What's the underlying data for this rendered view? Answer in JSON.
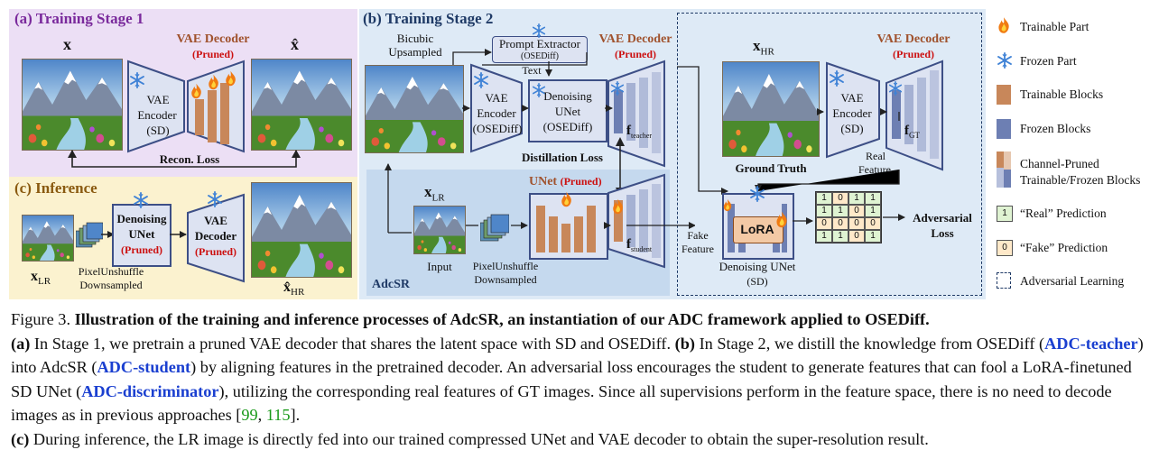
{
  "stage1": {
    "title": "(a) Training Stage 1",
    "x_label": "x",
    "xhat_label": "x̂",
    "vae_decoder": "VAE Decoder",
    "pruned": "(Pruned)",
    "encoder": [
      "VAE",
      "Encoder",
      "(SD)"
    ],
    "recon_loss": "Recon. Loss"
  },
  "inference": {
    "title": "(c) Inference",
    "xlr": "x",
    "xlr_sub": "LR",
    "pixelunshuffle": [
      "PixelUnshuffle",
      "Downsampled"
    ],
    "unet": [
      "Denoising",
      "UNet",
      "(Pruned)"
    ],
    "decoder": [
      "VAE",
      "Decoder",
      "(Pruned)"
    ],
    "xhr": "x̂",
    "xhr_sub": "HR"
  },
  "stage2": {
    "title": "(b) Training Stage 2",
    "bicubic": [
      "Bicubic",
      "Upsampled"
    ],
    "prompt_extractor": "Prompt Extractor",
    "prompt_extractor_sub": "(OSEDiff)",
    "text": "Text",
    "vae_decoder": "VAE Decoder",
    "pruned": "(Pruned)",
    "vae_encoder": [
      "VAE",
      "Encoder",
      "(OSEDiff)"
    ],
    "denoising_unet": [
      "Denoising",
      "UNet",
      "(OSEDiff)"
    ],
    "f_teacher": "f",
    "f_teacher_sub": "teacher",
    "distillation_loss": "Distillation Loss",
    "adcsr": "AdcSR",
    "xlr": "x",
    "xlr_sub": "LR",
    "input": "Input",
    "pixelunshuffle": [
      "PixelUnshuffle",
      "Downsampled"
    ],
    "unet_pruned": "UNet",
    "unet_pruned_tag": "(Pruned)",
    "f_student": "f",
    "f_student_sub": "student",
    "fake_feature": [
      "Fake",
      "Feature"
    ],
    "xhr": "x",
    "xhr_sub": "HR",
    "gt_vae_decoder": "VAE Decoder",
    "gt_pruned": "(Pruned)",
    "gt_encoder": [
      "VAE",
      "Encoder",
      "(SD)"
    ],
    "f_gt": "f",
    "f_gt_sub": "GT",
    "ground_truth": "Ground Truth",
    "real_feature": [
      "Real",
      "Feature"
    ],
    "lora": "LoRA",
    "disc_unet": [
      "Denoising UNet",
      "(SD)"
    ],
    "adversarial_loss": [
      "Adversarial",
      "Loss"
    ],
    "prediction_grid": [
      [
        "1",
        "0",
        "1",
        "1"
      ],
      [
        "1",
        "1",
        "0",
        "1"
      ],
      [
        "0",
        "0",
        "0",
        "0"
      ],
      [
        "1",
        "1",
        "0",
        "1"
      ]
    ]
  },
  "legend": {
    "trainable_part": "Trainable Part",
    "frozen_part": "Frozen Part",
    "trainable_blocks": "Trainable Blocks",
    "frozen_blocks": "Frozen Blocks",
    "channel_pruned": [
      "Channel-Pruned",
      "Trainable/Frozen Blocks"
    ],
    "real_prediction": "“Real” Prediction",
    "real_digit": "1",
    "fake_prediction": "“Fake” Prediction",
    "fake_digit": "0",
    "adversarial_learning": "Adversarial Learning"
  },
  "caption": {
    "fig": "Figure 3.",
    "headline": "Illustration of the training and inference processes of AdcSR, an instantiation of our ADC framework applied to OSEDiff.",
    "a_tag": "(a)",
    "a_text": "In Stage 1, we pretrain a pruned VAE decoder that shares the latent space with SD and OSEDiff.",
    "b_tag": "(b)",
    "b_text1": "In Stage 2, we distill the knowledge from OSEDiff (",
    "adc_teacher": "ADC-teacher",
    "b_text2": ") into AdcSR (",
    "adc_student": "ADC-student",
    "b_text3": ") by aligning features in the pretrained decoder. An adversarial loss encourages the student to generate features that can fool a LoRA-finetuned SD UNet (",
    "adc_discriminator": "ADC-discriminator",
    "b_text4": "), utilizing the corresponding real features of GT images. Since all supervisions perform in the feature space, there is no need to decode images as in previous approaches [",
    "ref1": "99",
    "ref_sep": ", ",
    "ref2": "115",
    "b_text5": "].",
    "c_tag": "(c)",
    "c_text": "During inference, the LR image is directly fed into our trained compressed UNet and VAE decoder to obtain the super-resolution result."
  },
  "colors": {
    "stage1_bg": "#ecdff5",
    "inference_bg": "#fbf2cf",
    "stage2_bg": "#deeaf6",
    "adcsr_bg": "#c5d9ee",
    "trainable": "#c8875a",
    "frozen": "#6d7fb3",
    "module_fill": "#dde3f2",
    "module_stroke": "#3d4f86",
    "title_purple": "#7a2a9c",
    "title_brown": "#8a5a10",
    "title_navy": "#1f3a66"
  }
}
